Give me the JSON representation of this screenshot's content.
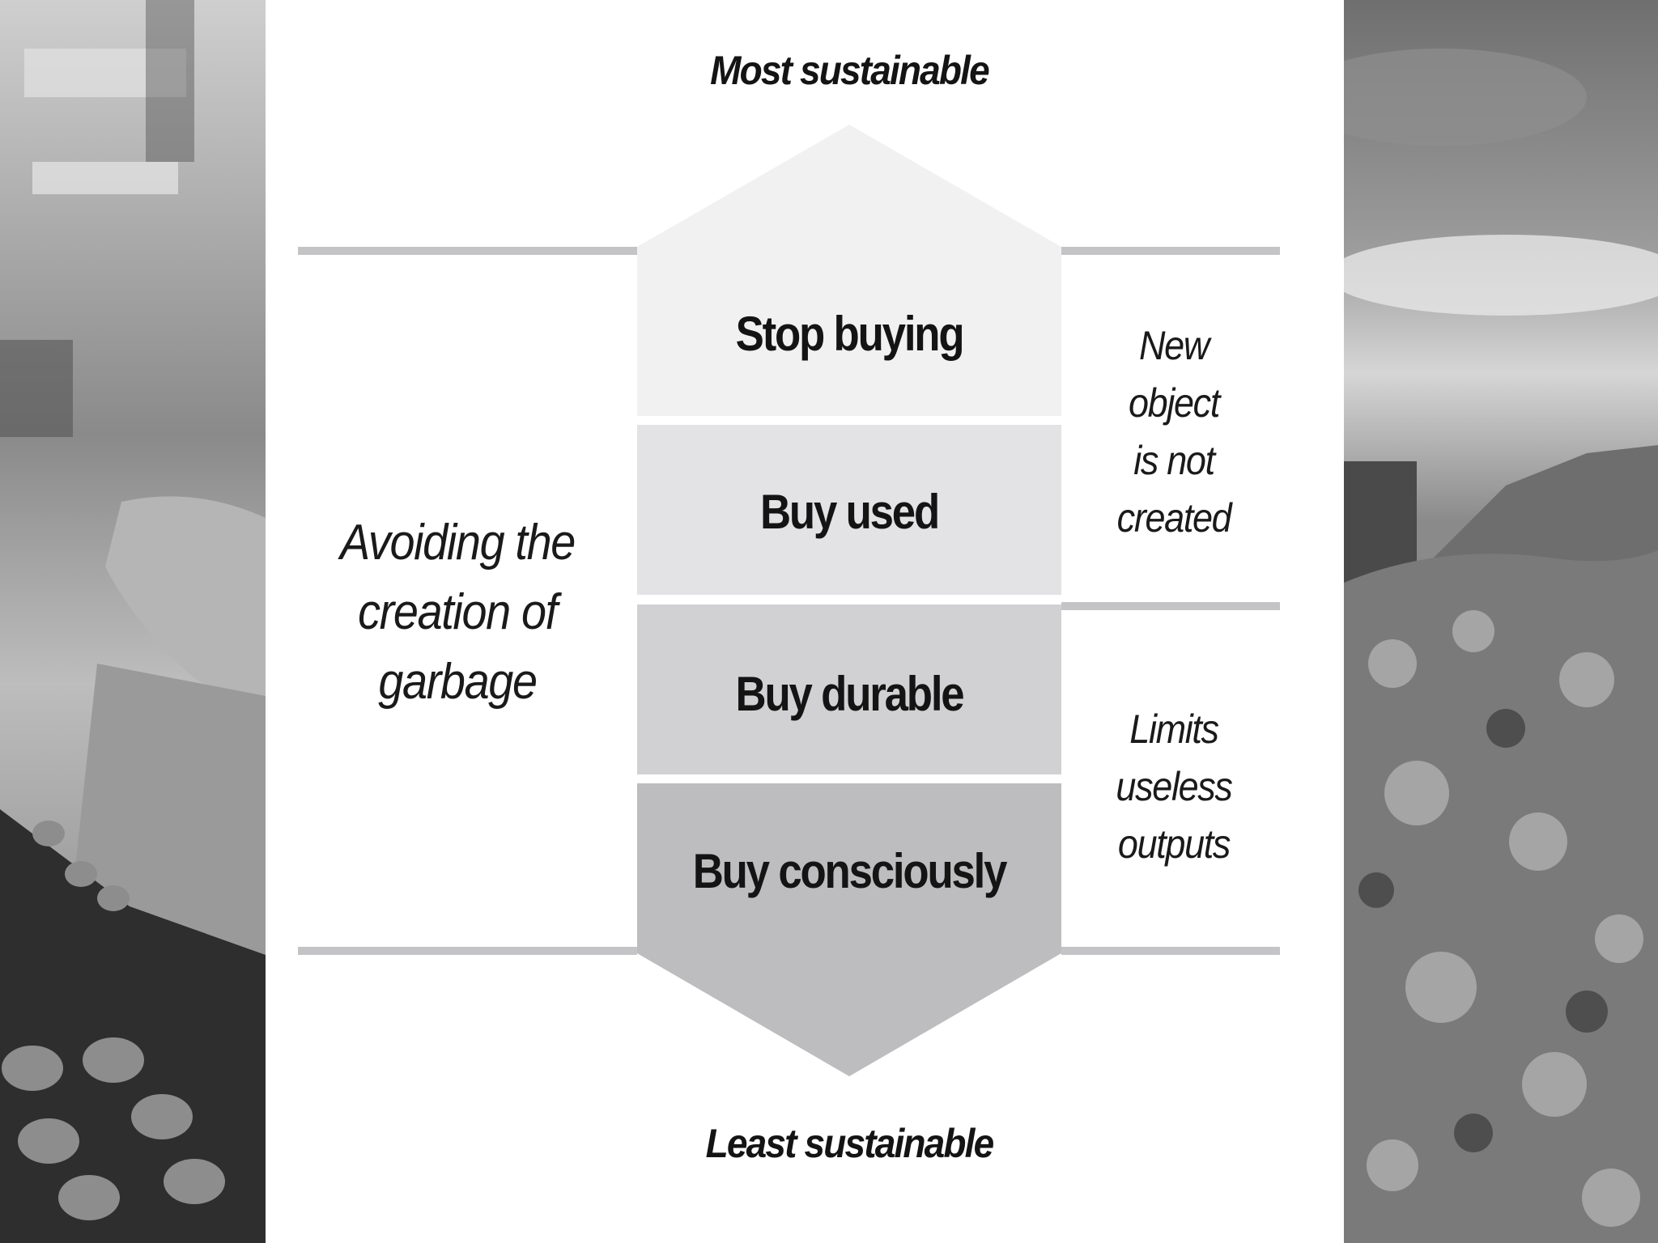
{
  "diagram": {
    "top_label": "Most sustainable",
    "bottom_label": "Least sustainable",
    "tiers": [
      {
        "label": "Stop buying",
        "color": "#f1f1f2"
      },
      {
        "label": "Buy used",
        "color": "#e3e3e5"
      },
      {
        "label": "Buy durable",
        "color": "#d1d1d3"
      },
      {
        "label": "Buy consciously",
        "color": "#bdbdbf"
      }
    ],
    "left_note": [
      "Avoiding the",
      "creation of",
      "garbage"
    ],
    "right_notes": [
      [
        "New",
        "object",
        "is not",
        "created"
      ],
      [
        "Limits",
        "useless",
        "outputs"
      ]
    ],
    "rule_color": "#c4c4c6"
  },
  "photos": {
    "left": "card-payment-terminal-photo",
    "right": "landfill-garbage-photo"
  }
}
